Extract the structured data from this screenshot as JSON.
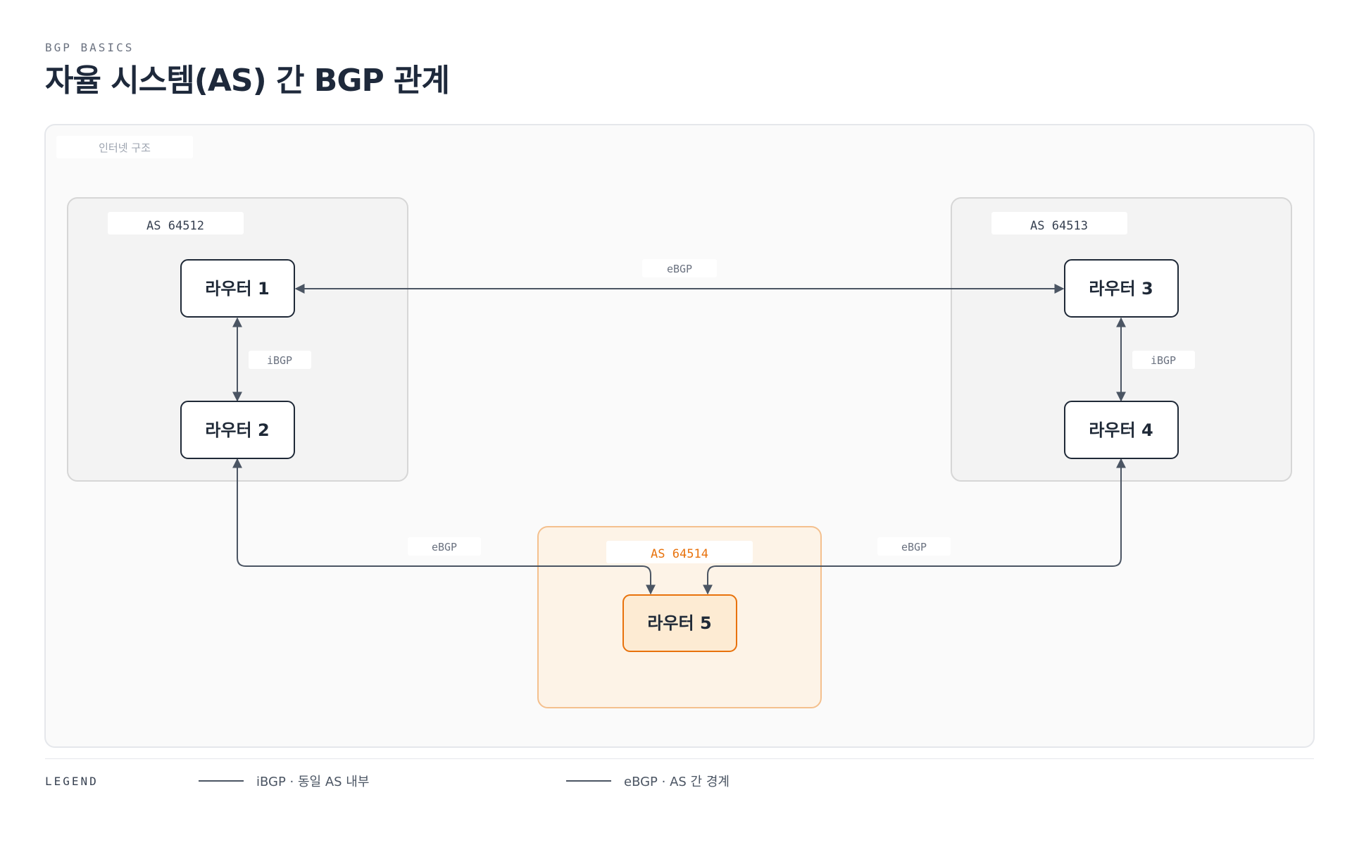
{
  "header": {
    "eyebrow": "BGP BASICS",
    "title": "자율 시스템(AS) 간 BGP 관계"
  },
  "diagram": {
    "frame_label": "인터넷 구조",
    "as_groups": [
      {
        "id": "as64512",
        "label": "AS 64512"
      },
      {
        "id": "as64513",
        "label": "AS 64513"
      },
      {
        "id": "as64514",
        "label": "AS 64514",
        "highlight": true
      }
    ],
    "routers": [
      {
        "id": "r1",
        "label": "라우터 1",
        "as": "as64512"
      },
      {
        "id": "r2",
        "label": "라우터 2",
        "as": "as64512"
      },
      {
        "id": "r3",
        "label": "라우터 3",
        "as": "as64513"
      },
      {
        "id": "r4",
        "label": "라우터 4",
        "as": "as64513"
      },
      {
        "id": "r5",
        "label": "라우터 5",
        "as": "as64514",
        "highlight": true
      }
    ],
    "links": [
      {
        "from": "r1",
        "to": "r3",
        "type": "eBGP",
        "label": "eBGP"
      },
      {
        "from": "r1",
        "to": "r2",
        "type": "iBGP",
        "label": "iBGP"
      },
      {
        "from": "r3",
        "to": "r4",
        "type": "iBGP",
        "label": "iBGP"
      },
      {
        "from": "r2",
        "to": "r5",
        "type": "eBGP",
        "label": "eBGP"
      },
      {
        "from": "r4",
        "to": "r5",
        "type": "eBGP",
        "label": "eBGP"
      }
    ],
    "colors": {
      "edge": "#4b5563",
      "highlight": "#e8720c",
      "highlight_fill": "#fdebd3",
      "highlight_group_fill": "#fdf3e7"
    }
  },
  "legend": {
    "title": "LEGEND",
    "items": [
      {
        "label": "iBGP · 동일 AS 내부"
      },
      {
        "label": "eBGP · AS 간 경계"
      }
    ]
  }
}
